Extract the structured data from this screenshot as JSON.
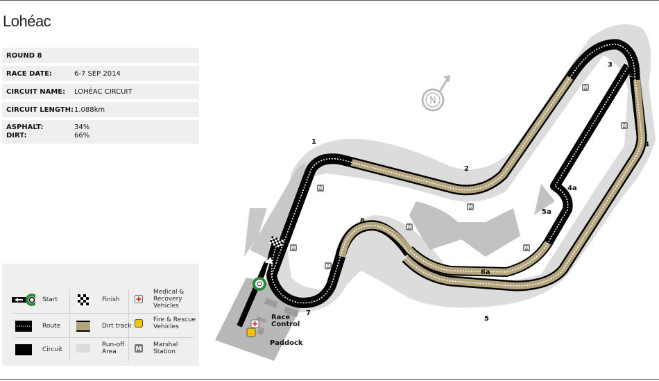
{
  "title": "Lohéac",
  "info": {
    "round": "ROUND 8",
    "race_date_label": "RACE DATE:",
    "race_date": "6-7 SEP 2014",
    "circuit_name_label": "CIRCUIT NAME:",
    "circuit_name": "LOHÉAC CIRCUIT",
    "circuit_length_label": "CIRCUIT LENGTH:",
    "circuit_length": "1.088km",
    "asphalt_label": "ASPHALT:",
    "asphalt": "34%",
    "dirt_label": "DIRT:",
    "dirt": "66%"
  },
  "legend": {
    "start": "Start",
    "finish": "Finish",
    "medical": "Medical & Recovery Vehicles",
    "route": "Route",
    "dirt_track": "Dirt track",
    "fire": "Fire & Rescue Vehicles",
    "circuit": "Circuit",
    "runoff": "Run-off Area",
    "marshal": "Marshal Station",
    "marshal_glyph": "M"
  },
  "map": {
    "compass": "N",
    "corners": [
      "1",
      "2",
      "3",
      "4",
      "4a",
      "5",
      "5a",
      "6",
      "6a",
      "7"
    ],
    "race_control": [
      "Race",
      "Control"
    ],
    "paddock": "Paddock",
    "marshal_glyph": "M"
  },
  "colors": {
    "dirt": "#b3a47e",
    "runoff": "#dcdcdc",
    "paddock": "#b8b8b8",
    "start_green": "#2e8b3a",
    "fire": "#f2c200",
    "medical": "#e03030"
  }
}
